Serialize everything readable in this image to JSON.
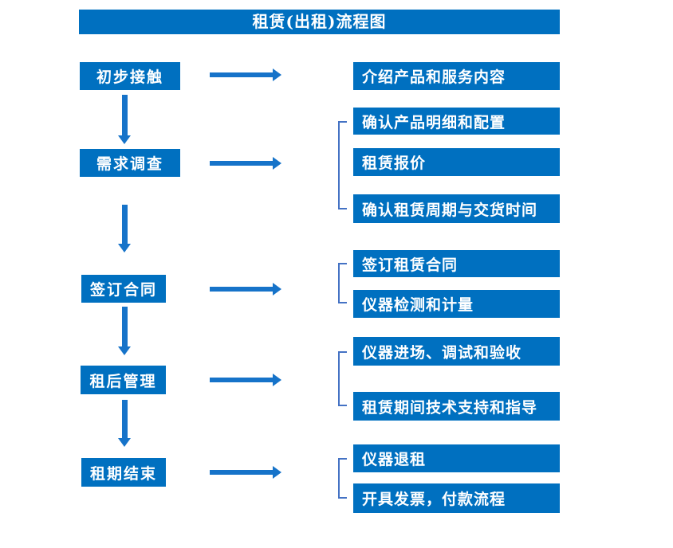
{
  "title": "租赁(出租)流程图",
  "colors": {
    "box_blue": "#0070C0",
    "arrow_blue": "#1673C9",
    "bracket_blue": "#4472C4",
    "text_white": "#FFFFFF",
    "background": "#FFFFFF"
  },
  "flow": [
    {
      "step": "初步接触",
      "details": [
        "介绍产品和服务内容"
      ]
    },
    {
      "step": "需求调查",
      "details": [
        "确认产品明细和配置",
        "租赁报价",
        "确认租赁周期与交货时间"
      ]
    },
    {
      "step": "签订合同",
      "details": [
        "签订租赁合同",
        "仪器检测和计量"
      ]
    },
    {
      "step": "租后管理",
      "details": [
        "仪器进场、调试和验收",
        "租赁期间技术支持和指导"
      ]
    },
    {
      "step": "租期结束",
      "details": [
        "仪器退租",
        "开具发票，付款流程"
      ]
    }
  ]
}
